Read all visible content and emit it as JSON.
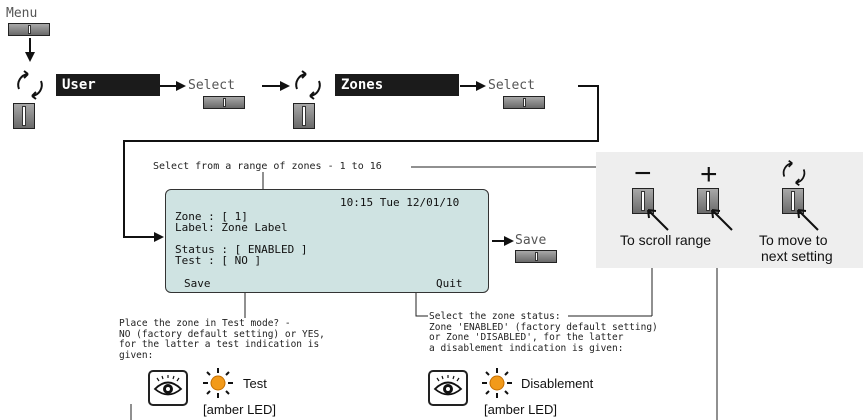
{
  "menu_label": "Menu",
  "user_label": "User",
  "select_label_1": "Select",
  "zones_label": "Zones",
  "select_label_2": "Select",
  "range_note": "Select from a range of zones - 1 to 16",
  "lcd": {
    "datetime": "10:15 Tue 12/01/10",
    "zone_line": "Zone : [ 1]",
    "label_line": "Label: Zone Label",
    "status_line": "Status : [ ENABLED ]",
    "test_line": "Test : [ NO ]",
    "save_soft": "Save",
    "quit_soft": "Quit"
  },
  "save_label": "Save",
  "panel": {
    "minus": "−",
    "plus": "+",
    "scroll_label": "To scroll range",
    "move_label_1": "To move to",
    "move_label_2": "next setting"
  },
  "test_note": "Place the zone in Test mode? -\nNO (factory default setting) or YES,\nfor the latter a test indication is\ngiven:",
  "status_note": "Select the zone status:\nZone 'ENABLED' (factory default setting)\nor Zone 'DISABLED', for the latter\na disablement indication is given:",
  "test_indicator": "Test",
  "test_led": "[amber LED]",
  "disable_indicator": "Disablement",
  "disable_led": "[amber LED]",
  "colors": {
    "amber": "#f29a1a",
    "lcd_bg": "#cfe3e2",
    "panel_bg": "#eeeeee"
  }
}
